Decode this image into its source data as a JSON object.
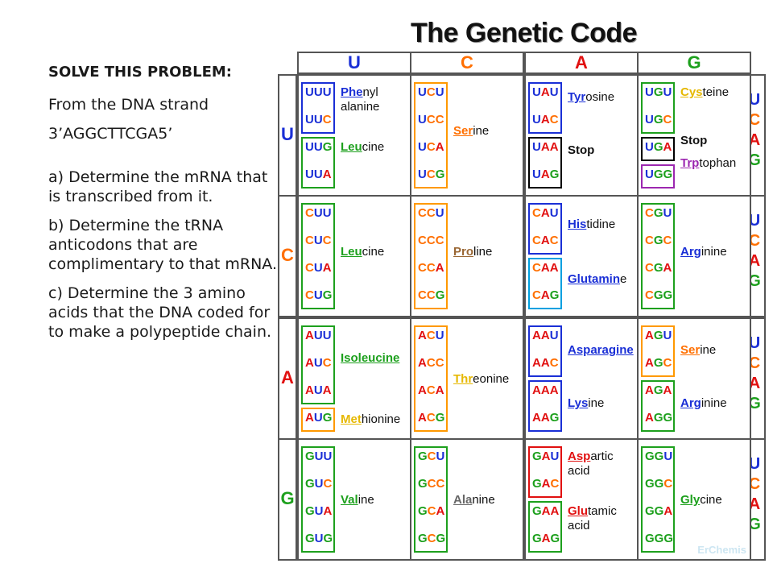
{
  "problem": {
    "heading": "SOLVE THIS PROBLEM:",
    "intro": "From the DNA strand",
    "dna": "3’AGGCTTCGA5’",
    "part_a": "a) Determine the mRNA that is transcribed from it.",
    "part_b": "b) Determine the tRNA anticodons that are complimentary to that mRNA.",
    "part_c": "c) Determine the 3 amino acids that the DNA coded for to make a polypeptide chain."
  },
  "table": {
    "title": "The Genetic Code",
    "col_headers": [
      "U",
      "C",
      "A",
      "G"
    ],
    "row_headers": [
      "U",
      "C",
      "A",
      "G"
    ],
    "third_base": [
      "U",
      "C",
      "A",
      "G"
    ],
    "watermark": "ErChemis",
    "colors": {
      "U": "#1a2fd6",
      "C": "#ff6f00",
      "A": "#e11010",
      "G": "#1da01d",
      "grid": "#555555"
    },
    "cells": {
      "UU": {
        "codons": [
          "UUU",
          "UUC",
          "UUG",
          "UUA"
        ],
        "aa1": {
          "b": "Phe",
          "r": "nyl",
          "r2": "alanine"
        },
        "aa2": {
          "b": "Leu",
          "r": "cine"
        }
      },
      "UC": {
        "codons": [
          "UCU",
          "UCC",
          "UCA",
          "UCG"
        ],
        "aa1": {
          "b": "Ser",
          "r": "ine"
        }
      },
      "UA": {
        "codons": [
          "UAU",
          "UAC",
          "UAA",
          "UAG"
        ],
        "aa1": {
          "b": "Tyr",
          "r": "osine"
        },
        "aa2": {
          "b": "",
          "r": "Stop"
        }
      },
      "UG": {
        "codons": [
          "UGU",
          "UGC",
          "UGA",
          "UGG"
        ],
        "aa1": {
          "b": "Cys",
          "r": "teine"
        },
        "aa2": {
          "b": "",
          "r": "Stop"
        },
        "aa3": {
          "b": "Trp",
          "r": "tophan"
        }
      },
      "CU": {
        "codons": [
          "CUU",
          "CUC",
          "CUA",
          "CUG"
        ],
        "aa1": {
          "b": "Leu",
          "r": "cine"
        }
      },
      "CC": {
        "codons": [
          "CCU",
          "CCC",
          "CCA",
          "CCG"
        ],
        "aa1": {
          "b": "Pro",
          "r": "line"
        }
      },
      "CA": {
        "codons": [
          "CAU",
          "CAC",
          "CAA",
          "CAG"
        ],
        "aa1": {
          "b": "His",
          "r": "tidine"
        },
        "aa2": {
          "b": "Glutamin",
          "r": "e"
        }
      },
      "CG": {
        "codons": [
          "CGU",
          "CGC",
          "CGA",
          "CGG"
        ],
        "aa1": {
          "b": "Arg",
          "r": "inine"
        }
      },
      "AU": {
        "codons": [
          "AUU",
          "AUC",
          "AUA",
          "AUG"
        ],
        "aa1": {
          "b": "Isoleucine",
          "r": ""
        },
        "aa2": {
          "b": "Met",
          "r": "hionine"
        }
      },
      "AC": {
        "codons": [
          "ACU",
          "ACC",
          "ACA",
          "ACG"
        ],
        "aa1": {
          "b": "Thr",
          "r": "eonine"
        }
      },
      "AA": {
        "codons": [
          "AAU",
          "AAC",
          "AAA",
          "AAG"
        ],
        "aa1": {
          "b": "Asparagine",
          "r": ""
        },
        "aa2": {
          "b": "Lys",
          "r": "ine"
        }
      },
      "AG": {
        "codons": [
          "AGU",
          "AGC",
          "AGA",
          "AGG"
        ],
        "aa1": {
          "b": "Ser",
          "r": "ine"
        },
        "aa2": {
          "b": "Arg",
          "r": "inine"
        }
      },
      "GU": {
        "codons": [
          "GUU",
          "GUC",
          "GUA",
          "GUG"
        ],
        "aa1": {
          "b": "Val",
          "r": "ine"
        }
      },
      "GC": {
        "codons": [
          "GCU",
          "GCC",
          "GCA",
          "GCG"
        ],
        "aa1": {
          "b": "Ala",
          "r": "nine"
        }
      },
      "GA": {
        "codons": [
          "GAU",
          "GAC",
          "GAA",
          "GAG"
        ],
        "aa1": {
          "b": "Asp",
          "r": "artic",
          "r2": "acid"
        },
        "aa2": {
          "b": "Glu",
          "r": "tamic",
          "r2": "acid"
        }
      },
      "GG": {
        "codons": [
          "GGU",
          "GGC",
          "GGA",
          "GGG"
        ],
        "aa1": {
          "b": "Gly",
          "r": "cine"
        }
      }
    }
  }
}
